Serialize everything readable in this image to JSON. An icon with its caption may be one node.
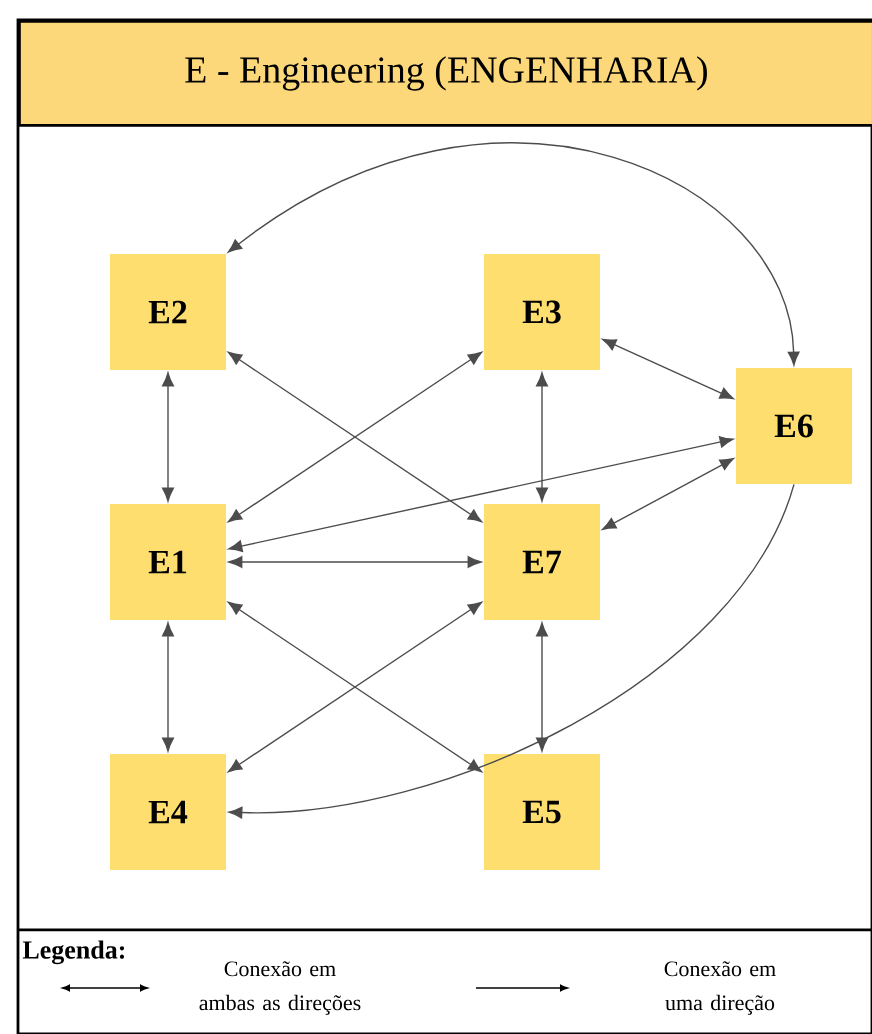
{
  "diagram": {
    "title": "E - Engineering (ENGENHARIA)",
    "nodes": [
      {
        "text": [
          "E2"
        ]
      },
      {
        "text": [
          "E3"
        ]
      },
      {
        "text": [
          "E6"
        ]
      },
      {
        "text": [
          "E1"
        ]
      },
      {
        "text": [
          "E7"
        ]
      },
      {
        "text": [
          "E4"
        ]
      },
      {
        "text": [
          "E5"
        ]
      }
    ],
    "edges": [
      {
        "from": 2,
        "to": 0,
        "arrow": "both"
      },
      {
        "from": 0,
        "to": 3,
        "arrow": "both"
      },
      {
        "from": 0,
        "to": 4,
        "arrow": "both"
      },
      {
        "from": 1,
        "to": 2,
        "arrow": "both"
      },
      {
        "from": 1,
        "to": 3,
        "arrow": "both"
      },
      {
        "from": 1,
        "to": 4,
        "arrow": "both"
      },
      {
        "from": 3,
        "to": 2,
        "arrow": "both"
      },
      {
        "from": 2,
        "to": 4,
        "arrow": "both"
      },
      {
        "from": 3,
        "to": 4,
        "arrow": "both"
      },
      {
        "from": 3,
        "to": 5,
        "arrow": "both"
      },
      {
        "from": 3,
        "to": 6,
        "arrow": "both"
      },
      {
        "from": 4,
        "to": 5,
        "arrow": "both"
      },
      {
        "from": 4,
        "to": 6,
        "arrow": "both"
      },
      {
        "from": 2,
        "to": 5,
        "arrow": "to"
      }
    ],
    "labels": [
      "Legenda:"
    ],
    "legend": [
      {
        "text": "Conexão em ambas as direções"
      },
      {
        "text": "Conexão em uma direção"
      }
    ]
  }
}
